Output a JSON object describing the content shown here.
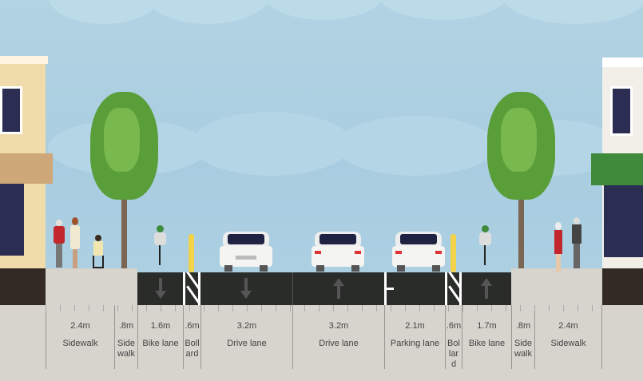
{
  "segments": [
    {
      "width": "2.4m",
      "name": "Sidewalk"
    },
    {
      "width": ".8m",
      "name": "Sidewalk"
    },
    {
      "width": "1.6m",
      "name": "Bike lane"
    },
    {
      "width": ".6m",
      "name": "Bollard"
    },
    {
      "width": "3.2m",
      "name": "Drive lane"
    },
    {
      "width": "3.2m",
      "name": "Drive lane"
    },
    {
      "width": "2.1m",
      "name": "Parking lane"
    },
    {
      "width": ".6m",
      "name": "Bollard"
    },
    {
      "width": "1.7m",
      "name": "Bike lane"
    },
    {
      "width": ".8m",
      "name": "Sidewalk"
    },
    {
      "width": "2.4m",
      "name": "Sidewalk"
    }
  ],
  "colors": {
    "sky": "#acd0e2",
    "road": "#2a2c2a",
    "sidewalk": "#d7d3cd",
    "bollard": "#f2d34a",
    "tree": "#5a9e3a"
  }
}
